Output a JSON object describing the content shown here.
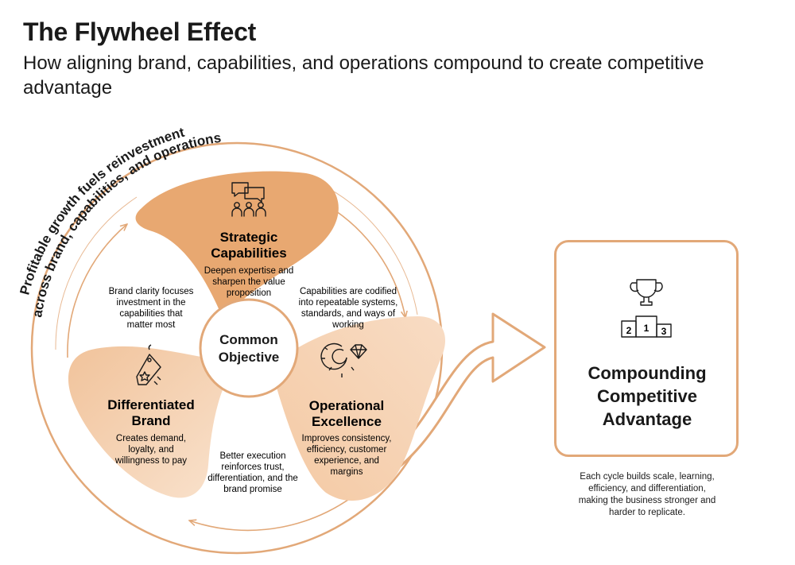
{
  "title": "The Flywheel Effect",
  "subtitle": "How aligning brand, capabilities, and operations compound to create competitive advantage",
  "outer_label": {
    "line1": "Profitable growth fuels reinvestment",
    "line2": "across brand, capabilities, and operations"
  },
  "center": {
    "line1": "Common",
    "line2": "Objective"
  },
  "blades": [
    {
      "title_lines": [
        "Strategic",
        "Capabilities"
      ],
      "desc_lines": [
        "Deepen expertise and",
        "sharpen the value",
        "proposition"
      ],
      "icon": "team-discussion-icon"
    },
    {
      "title_lines": [
        "Operational",
        "Excellence"
      ],
      "desc_lines": [
        "Improves consistency,",
        "efficiency, customer",
        "experience, and",
        "margins"
      ],
      "icon": "gear-diamond-icon"
    },
    {
      "title_lines": [
        "Differentiated",
        "Brand"
      ],
      "desc_lines": [
        "Creates demand,",
        "loyalty, and",
        "willingness to pay"
      ],
      "icon": "brand-tag-icon"
    }
  ],
  "transitions": [
    {
      "lines": [
        "Brand clarity focuses",
        "investment in the",
        "capabilities that",
        "matter most"
      ]
    },
    {
      "lines": [
        "Capabilities are codified",
        "into repeatable systems,",
        "standards, and ways of",
        "working"
      ]
    },
    {
      "lines": [
        "Better execution",
        "reinforces trust,",
        "differentiation, and the",
        "brand promise"
      ]
    }
  ],
  "result": {
    "title_lines": [
      "Compounding",
      "Competitive",
      "Advantage"
    ],
    "podium_labels": [
      "2",
      "1",
      "3"
    ],
    "caption_lines": [
      "Each cycle builds scale, learning,",
      "efficiency, and differentiation,",
      "making the business stronger and",
      "harder to replicate."
    ],
    "icon": "trophy-podium-icon"
  },
  "colors": {
    "accent": "#e2a878",
    "blade_dark": "#e8a871",
    "blade_mid": "#f0bf95",
    "blade_light": "#f8dcc4",
    "arrow": "#e2a878",
    "text": "#1a1a1a"
  }
}
